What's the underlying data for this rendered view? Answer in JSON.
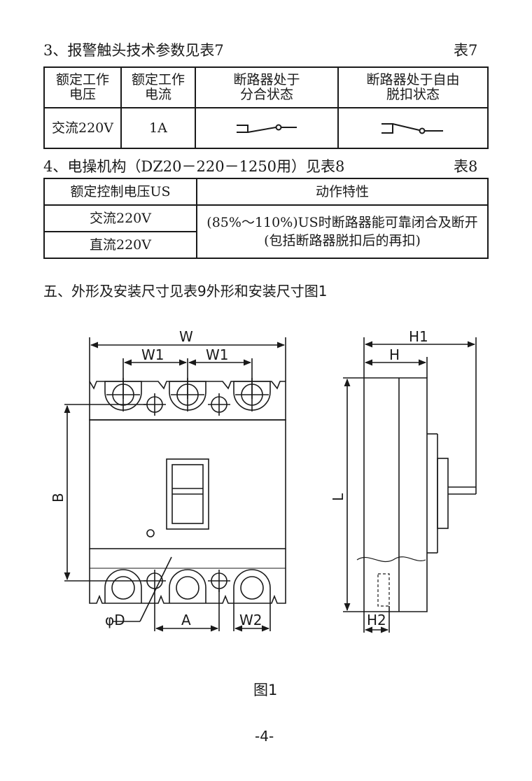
{
  "section3": {
    "heading": "3、报警触头技术参数见表7",
    "table_label": "表7"
  },
  "table7": {
    "headers": [
      "额定工作电压",
      "额定工作电流",
      "断路器处于分合状态",
      "断路器处于自由脱扣状态"
    ],
    "row": {
      "voltage": "交流220V",
      "current": "1A"
    }
  },
  "section4": {
    "heading": "4、电操机构（DZ20－220－1250用）见表8",
    "table_label": "表8"
  },
  "table8": {
    "headers": [
      "额定控制电压US",
      "动作特性"
    ],
    "rows": [
      "交流220V",
      "直流220V"
    ],
    "characteristic": "(85%～110%)US时断路器能可靠闭合及断开(包括断路器脱扣后的再扣)"
  },
  "section5": {
    "heading": "五、外形及安装尺寸见表9外形和安装尺寸图1"
  },
  "figure": {
    "caption": "图1",
    "labels": {
      "W": "W",
      "W1": "W1",
      "B": "B",
      "phiD": "φD",
      "A": "A",
      "W2": "W2",
      "H1": "H1",
      "H": "H",
      "L": "L",
      "H2": "H2"
    }
  },
  "page_number": "-4-"
}
